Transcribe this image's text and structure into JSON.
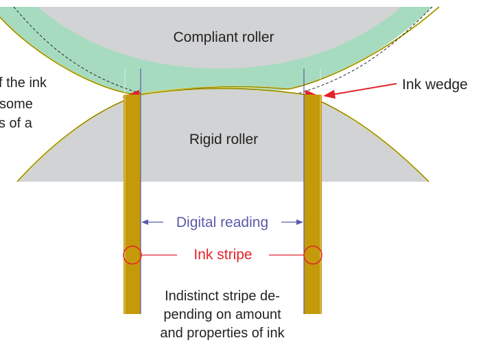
{
  "labels": {
    "compliant_roller": "Compliant roller",
    "rigid_roller": "Rigid roller",
    "ink_wedge": "Ink wedge",
    "digital_reading": "Digital reading",
    "ink_stripe": "Ink stripe",
    "indistinct_line1": "Indistinct stripe de-",
    "indistinct_line2": "pending on amount",
    "indistinct_line3": "and properties of ink",
    "cut_text_line1": "f the ink",
    "cut_text_line2": "some",
    "cut_text_line3": "s of a"
  },
  "colors": {
    "roller_gray": "#d1d3d4",
    "compliant_green": "#a7dbc0",
    "ink_gold": "#c49a0a",
    "rim_yellow": "#e7d21a",
    "annotation_red": "#e3222a",
    "reading_blue": "#5a5aa8",
    "text_dark": "#231f20"
  }
}
